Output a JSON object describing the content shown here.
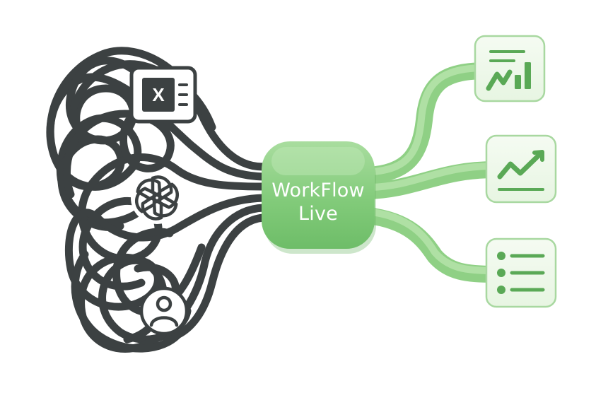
{
  "hub": {
    "line1": "WorkFlow",
    "line2": "Live"
  },
  "inputs": [
    {
      "icon": "excel-icon",
      "letter": "X"
    },
    {
      "icon": "openai-icon"
    },
    {
      "icon": "user-icon"
    }
  ],
  "outputs": [
    {
      "icon": "bar-chart-report-icon"
    },
    {
      "icon": "line-chart-icon"
    },
    {
      "icon": "bullet-list-icon"
    }
  ],
  "colors": {
    "tangle": "#3c4142",
    "hub": "#7fca79",
    "hub_light": "#a6dd9d",
    "output_tube": "#9ed890",
    "output_card_bg": "#eef8ea",
    "output_card_border": "#a8d8a0",
    "output_icon": "#5aa956",
    "input_icon_stroke": "#3c4142"
  }
}
